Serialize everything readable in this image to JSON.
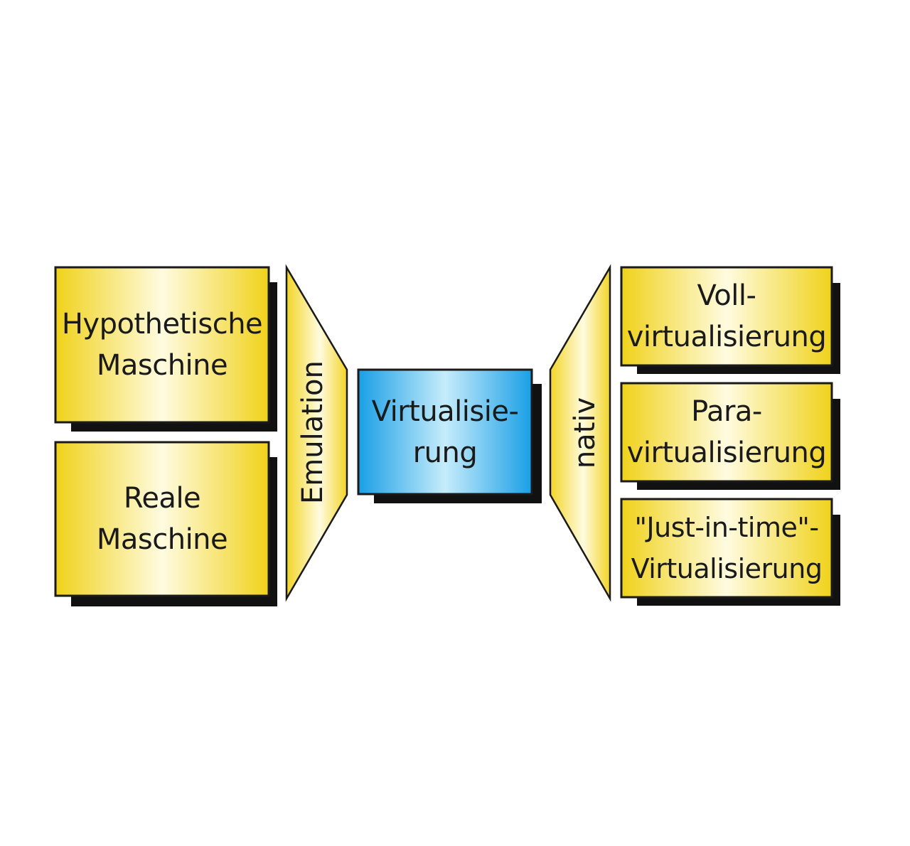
{
  "diagram": {
    "left_boxes": [
      {
        "id": "hypothetische",
        "lines": [
          "Hypothetische",
          "Maschine"
        ]
      },
      {
        "id": "reale",
        "lines": [
          "Reale",
          "Maschine"
        ]
      }
    ],
    "center_box": {
      "lines": [
        "Virtualisie-",
        "rung"
      ]
    },
    "left_connector_label": "Emulation",
    "right_connector_label": "nativ",
    "right_boxes": [
      {
        "id": "voll",
        "lines": [
          "Voll-",
          "virtualisierung"
        ]
      },
      {
        "id": "para",
        "lines": [
          "Para-",
          "virtualisierung"
        ]
      },
      {
        "id": "jit",
        "lines": [
          "\"Just-in-time\"-",
          "Virtualisierung"
        ]
      }
    ],
    "colors": {
      "box_yellow_edge": "#f0d21a",
      "box_yellow_center": "#fffbe0",
      "box_blue_edge": "#1a9fe6",
      "box_blue_center": "#c6ecfb",
      "shadow": "#111111",
      "border": "#1a1a1a"
    }
  }
}
